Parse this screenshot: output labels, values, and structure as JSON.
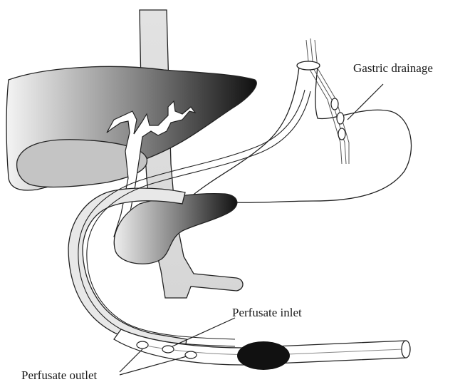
{
  "labels": {
    "gastric_drainage": "Gastric drainage",
    "perfusate_inlet": "Perfusate inlet",
    "perfusate_outlet": "Perfusate outlet"
  },
  "colors": {
    "stroke": "#222222",
    "liver_dark": "#111111",
    "liver_light": "#f2f2f2",
    "shade_mid": "#bdbdbd",
    "vessel_fill": "#dedede",
    "balloon": "#111111"
  }
}
